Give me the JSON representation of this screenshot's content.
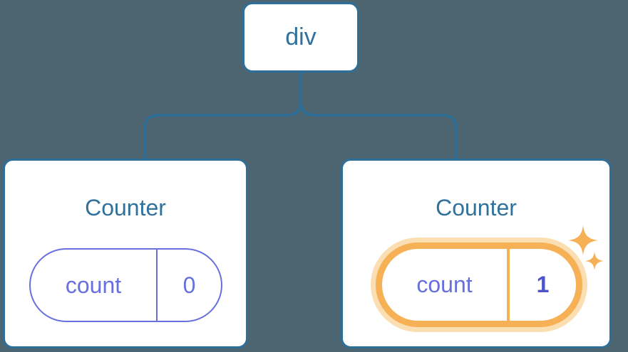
{
  "colors": {
    "background": "#4d6570",
    "node_border": "#2e6f99",
    "node_text": "#31719c",
    "card_bg": "#ffffff",
    "purple": "#6770dd",
    "purple_bold": "#4d53c8",
    "orange": "#f6b157",
    "orange_glow": "#fbdfb2"
  },
  "tree": {
    "root": {
      "label": "div"
    },
    "children": [
      {
        "title": "Counter",
        "state": {
          "key": "count",
          "value": "0"
        },
        "highlighted": false
      },
      {
        "title": "Counter",
        "state": {
          "key": "count",
          "value": "1"
        },
        "highlighted": true,
        "icon": "sparkles-icon"
      }
    ]
  }
}
